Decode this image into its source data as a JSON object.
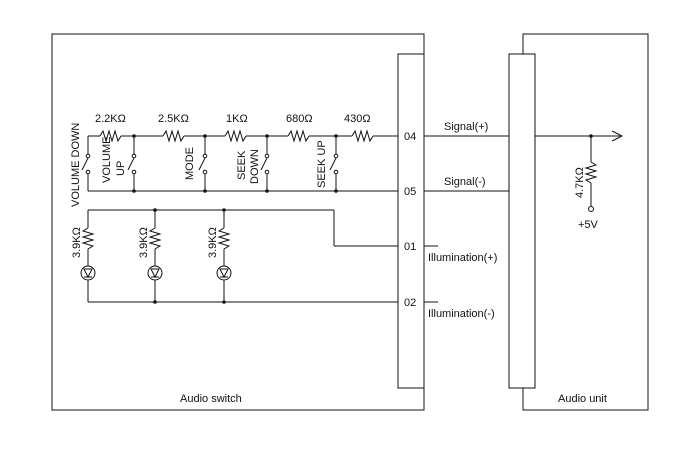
{
  "diagram": {
    "resistors": {
      "r1": "2.2KΩ",
      "r2": "2.5KΩ",
      "r3": "1KΩ",
      "r4": "680Ω",
      "r5": "430Ω",
      "pullup": "4.7KΩ",
      "lamp_r": "3.9KΩ"
    },
    "switches": {
      "volume_down": "VOLUME DOWN",
      "volume_up_line1": "VOLUME",
      "volume_up_line2": "UP",
      "mode": "MODE",
      "seek_down_line1": "SEEK",
      "seek_down_line2": "DOWN",
      "seek_up": "SEEK UP"
    },
    "pins": {
      "p04": "04",
      "p05": "05",
      "p01": "01",
      "p02": "02"
    },
    "signals": {
      "signal_pos": "Signal(+)",
      "signal_neg": "Signal(-)",
      "illum_pos": "Illumination(+)",
      "illum_neg": "Illumination(-)"
    },
    "supply": "+5V",
    "boxes": {
      "switch": "Audio switch",
      "unit": "Audio unit"
    }
  }
}
